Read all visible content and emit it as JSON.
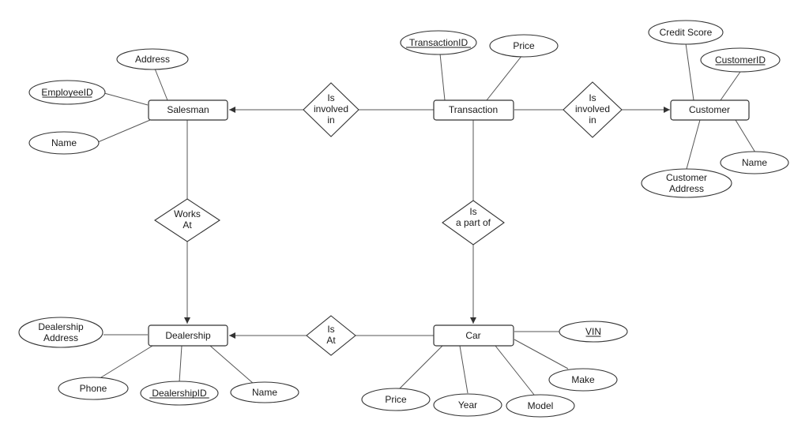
{
  "colors": {
    "line": "#555555",
    "shape_border": "#333333",
    "text": "#1a1a1a",
    "background": "#ffffff"
  },
  "entities": {
    "salesman": "Salesman",
    "transaction": "Transaction",
    "customer": "Customer",
    "dealership": "Dealership",
    "car": "Car"
  },
  "relationships": {
    "salesman_transaction": [
      "Is",
      "involved",
      "in"
    ],
    "transaction_customer": [
      "Is",
      "involved",
      "in"
    ],
    "salesman_dealership": [
      "Works",
      "At"
    ],
    "transaction_car": [
      "Is",
      "a part of"
    ],
    "car_dealership": [
      "Is",
      "At"
    ]
  },
  "attributes": {
    "salesman_address": [
      "Address"
    ],
    "salesman_employeeid": [
      "EmployeeID"
    ],
    "salesman_name": [
      "Name"
    ],
    "transaction_id": [
      "TransactionID"
    ],
    "transaction_price": [
      "Price"
    ],
    "customer_credit_score": [
      "Credit Score"
    ],
    "customer_id": [
      "CustomerID"
    ],
    "customer_name": [
      "Name"
    ],
    "customer_address": [
      "Customer",
      "Address"
    ],
    "dealership_address": [
      "Dealership",
      "Address"
    ],
    "dealership_phone": [
      "Phone"
    ],
    "dealership_id": [
      "DealershipID"
    ],
    "dealership_name": [
      "Name"
    ],
    "car_vin": [
      "VIN"
    ],
    "car_make": [
      "Make"
    ],
    "car_model": [
      "Model"
    ],
    "car_year": [
      "Year"
    ],
    "car_price": [
      "Price"
    ]
  },
  "key_attributes": [
    "salesman_employeeid",
    "transaction_id",
    "customer_id",
    "dealership_id",
    "car_vin"
  ]
}
